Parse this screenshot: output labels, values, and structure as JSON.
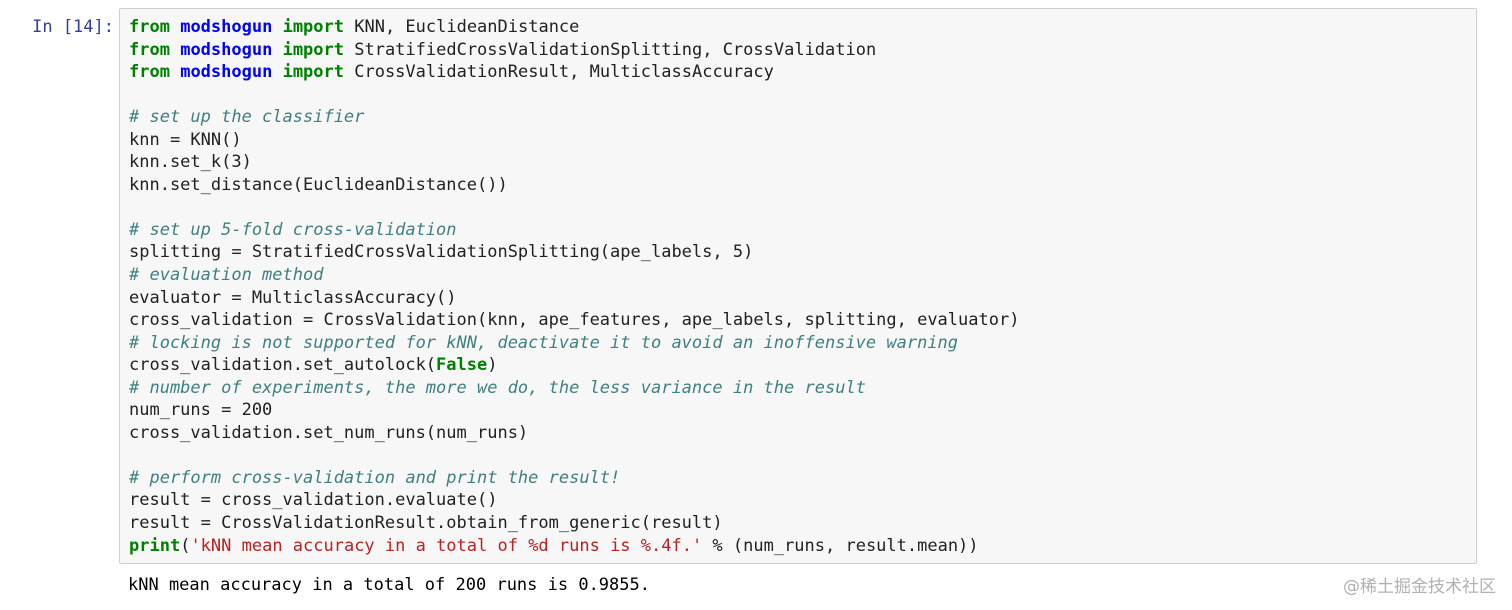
{
  "cell": {
    "prompt": "In [14]:",
    "code_lines": [
      [
        {
          "t": "kw",
          "v": "from"
        },
        {
          "t": "p",
          "v": " "
        },
        {
          "t": "mod",
          "v": "modshogun"
        },
        {
          "t": "p",
          "v": " "
        },
        {
          "t": "kw",
          "v": "import"
        },
        {
          "t": "p",
          "v": " KNN, EuclideanDistance"
        }
      ],
      [
        {
          "t": "kw",
          "v": "from"
        },
        {
          "t": "p",
          "v": " "
        },
        {
          "t": "mod",
          "v": "modshogun"
        },
        {
          "t": "p",
          "v": " "
        },
        {
          "t": "kw",
          "v": "import"
        },
        {
          "t": "p",
          "v": " StratifiedCrossValidationSplitting, CrossValidation"
        }
      ],
      [
        {
          "t": "kw",
          "v": "from"
        },
        {
          "t": "p",
          "v": " "
        },
        {
          "t": "mod",
          "v": "modshogun"
        },
        {
          "t": "p",
          "v": " "
        },
        {
          "t": "kw",
          "v": "import"
        },
        {
          "t": "p",
          "v": " CrossValidationResult, MulticlassAccuracy"
        }
      ],
      [],
      [
        {
          "t": "cm",
          "v": "# set up the classifier"
        }
      ],
      [
        {
          "t": "p",
          "v": "knn = KNN()"
        }
      ],
      [
        {
          "t": "p",
          "v": "knn.set_k(3)"
        }
      ],
      [
        {
          "t": "p",
          "v": "knn.set_distance(EuclideanDistance())"
        }
      ],
      [],
      [
        {
          "t": "cm",
          "v": "# set up 5-fold cross-validation"
        }
      ],
      [
        {
          "t": "p",
          "v": "splitting = StratifiedCrossValidationSplitting(ape_labels, 5)"
        }
      ],
      [
        {
          "t": "cm",
          "v": "# evaluation method"
        }
      ],
      [
        {
          "t": "p",
          "v": "evaluator = MulticlassAccuracy()"
        }
      ],
      [
        {
          "t": "p",
          "v": "cross_validation = CrossValidation(knn, ape_features, ape_labels, splitting, evaluator)"
        }
      ],
      [
        {
          "t": "cm",
          "v": "# locking is not supported for kNN, deactivate it to avoid an inoffensive warning"
        }
      ],
      [
        {
          "t": "p",
          "v": "cross_validation.set_autolock("
        },
        {
          "t": "bconst",
          "v": "False"
        },
        {
          "t": "p",
          "v": ")"
        }
      ],
      [
        {
          "t": "cm",
          "v": "# number of experiments, the more we do, the less variance in the result"
        }
      ],
      [
        {
          "t": "p",
          "v": "num_runs = 200"
        }
      ],
      [
        {
          "t": "p",
          "v": "cross_validation.set_num_runs(num_runs)"
        }
      ],
      [],
      [
        {
          "t": "cm",
          "v": "# perform cross-validation and print the result!"
        }
      ],
      [
        {
          "t": "p",
          "v": "result = cross_validation.evaluate()"
        }
      ],
      [
        {
          "t": "p",
          "v": "result = CrossValidationResult.obtain_from_generic(result)"
        }
      ],
      [
        {
          "t": "kw2",
          "v": "print"
        },
        {
          "t": "p",
          "v": "("
        },
        {
          "t": "str",
          "v": "'kNN mean accuracy in a total of %d runs is %.4f.'"
        },
        {
          "t": "p",
          "v": " % (num_runs, result.mean))"
        }
      ]
    ],
    "output": "kNN mean accuracy in a total of 200 runs is 0.9855."
  },
  "watermark": "@稀土掘金技术社区",
  "colors": {
    "prompt": "#303f9f",
    "keyword": "#008000",
    "module": "#0000ff",
    "comment": "#408080",
    "string": "#ba2121",
    "cell_bg": "#f7f7f7",
    "cell_border": "#cfcfcf"
  }
}
